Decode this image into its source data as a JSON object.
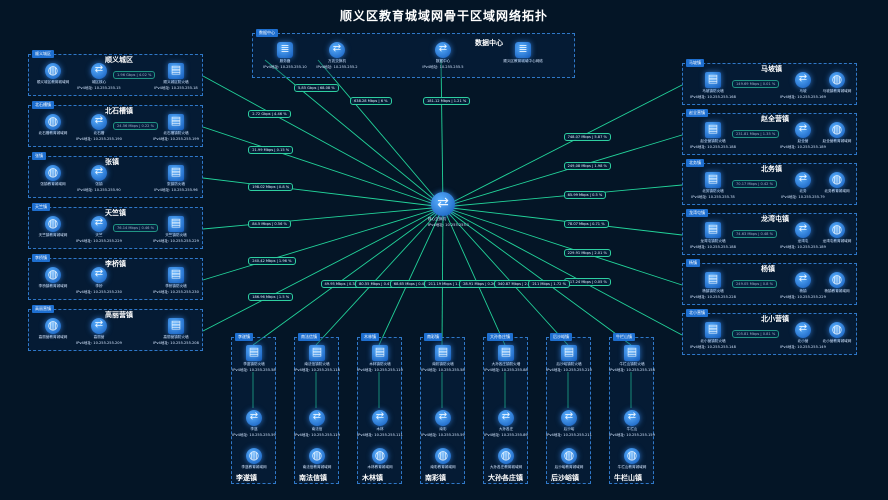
{
  "title": "顺义区教育城域网骨干区域网络拓扑",
  "core": {
    "label": "核心交换机",
    "ip": "IPv4地址: 10.255.255.1"
  },
  "datacenter": {
    "tag": "数据中心",
    "name": "数据中心",
    "devices": [
      {
        "label": "服务器",
        "ip": "IPv4地址: 10.255.255.10"
      },
      {
        "label": "万兆交换机",
        "ip": "IPv4地址: 10.255.255.2"
      },
      {
        "label": "数据中心",
        "ip": "IPv4地址: 10.255.255.5"
      },
      {
        "label": "顺义区教育城域中心网络",
        "ip": ""
      }
    ],
    "links": [
      "5.85 Gbps | 68.08 %",
      "638.28 Mbps | 6 %",
      "181.12 Mbps | 1.21 %"
    ]
  },
  "left_groups": [
    {
      "tag": "顺义城区",
      "name": "顺义城区",
      "inner_link": "1.96 Gbps | 4.02 %",
      "d1": "顺义城区教育城域网",
      "d2": "城区核心",
      "d2ip": "IPv4地址: 10.255.255.15",
      "d3": "顺义城区防火墙",
      "d3ip": "IPv4地址: 10.255.255.18",
      "link": "2.72 Gbps | 4.46 %"
    },
    {
      "tag": "北石槽镇",
      "name": "北石槽镇",
      "inner_link": "24.56 Mbps | 0.22 %",
      "d1": "北石槽教育城域网",
      "d2": "北石槽",
      "d2ip": "IPv4地址: 10.255.255.190",
      "d3": "北石槽镇防火墙",
      "d3ip": "IPv4地址: 10.255.255.199",
      "link": "21.99 Mbps | 0.15 %"
    },
    {
      "tag": "张镇",
      "name": "张镇",
      "inner_link": "",
      "d1": "张镇教育城域网",
      "d2": "张镇",
      "d2ip": "IPv4地址: 10.255.255.90",
      "d3": "张镇防火墙",
      "d3ip": "IPv4地址: 10.255.255.96",
      "link": "198.02 Mbps | 0.8 %"
    },
    {
      "tag": "天竺镇",
      "name": "天竺镇",
      "inner_link": "76.14 Mbps | 0.46 %",
      "d1": "天竺镇教育城域网",
      "d2": "天竺",
      "d2ip": "IPv4地址: 10.255.255.229",
      "d3": "天竺镇防火墙",
      "d3ip": "IPv4地址: 10.255.255.229",
      "link": "84.5 Mbps | 0.56 %"
    },
    {
      "tag": "李桥镇",
      "name": "李桥镇",
      "inner_link": "",
      "d1": "李桥镇教育城域网",
      "d2": "李桥",
      "d2ip": "IPv4地址: 10.255.255.230",
      "d3": "李桥镇防火墙",
      "d3ip": "IPv4地址: 10.255.255.230",
      "link": "240.42 Mbps | 1.96 %"
    },
    {
      "tag": "高丽营镇",
      "name": "高丽营镇",
      "inner_link": "",
      "d1": "高丽营教育城域网",
      "d2": "高丽营",
      "d2ip": "IPv4地址: 10.255.255.209",
      "d3": "高丽营镇防火墙",
      "d3ip": "IPv4地址: 10.255.255.208",
      "link": "186.96 Mbps | 1.5 %"
    }
  ],
  "right_groups": [
    {
      "tag": "马坡镇",
      "name": "马坡镇",
      "inner_link": "149.69 Mbps | 0.01 %",
      "d1": "马坡镇防火墙",
      "d1ip": "IPv4地址: 10.255.255.168",
      "d2": "马坡",
      "d2ip": "IPv4地址: 10.255.255.169",
      "d3": "马坡镇教育城域网",
      "link": "748.07 Mbps | 5.87 %"
    },
    {
      "tag": "赵全营镇",
      "name": "赵全营镇",
      "inner_link": "231.81 Mbps | 1.35 %",
      "d1": "赵全营镇防火墙",
      "d1ip": "IPv4地址: 10.255.255.188",
      "d2": "赵全营",
      "d2ip": "IPv4地址: 10.255.255.189",
      "d3": "赵全营教育城域网",
      "link": "249.08 Mbps | 1.98 %"
    },
    {
      "tag": "北务镇",
      "name": "北务镇",
      "inner_link": "70.17 Mbps | 0.42 %",
      "d1": "北务镇防火墙",
      "d1ip": "IPv4地址: 10.255.255.78",
      "d2": "北务",
      "d2ip": "IPv4地址: 10.255.255.79",
      "d3": "北务教育城域网",
      "link": "65.99 Mbps | 0.5 %"
    },
    {
      "tag": "龙湾屯镇",
      "name": "龙湾屯镇",
      "inner_link": "74.63 Mbps | 0.48 %",
      "d1": "龙湾屯镇防火墙",
      "d1ip": "IPv4地址: 10.255.255.188",
      "d2": "龙湾屯",
      "d2ip": "IPv4地址: 10.255.255.189",
      "d3": "龙湾屯教育城域网",
      "link": "78.07 Mbps | 0.71 %"
    },
    {
      "tag": "杨镇",
      "name": "杨镇",
      "inner_link": "249.05 Mbps | 0.8 %",
      "d1": "杨镇镇防火墙",
      "d1ip": "IPv4地址: 10.255.255.228",
      "d2": "杨镇",
      "d2ip": "IPv4地址: 10.255.255.229",
      "d3": "杨镇教育城域网",
      "link": "229.91 Mbps | 2.01 %"
    },
    {
      "tag": "北小营镇",
      "name": "北小营镇",
      "inner_link": "105.81 Mbps | 0.81 %",
      "d1": "北小营镇防火墙",
      "d1ip": "IPv4地址: 10.255.255.148",
      "d2": "北小营",
      "d2ip": "IPv4地址: 10.255.255.149",
      "d3": "北小营教育城域网",
      "link": "317.24 Mbps | 0.05 %"
    }
  ],
  "bottom_groups": [
    {
      "tag": "李遂镇",
      "name": "李遂镇",
      "d1": "李遂镇防火墙",
      "d1ip": "IPv4地址: 10.255.255.58",
      "d2": "李遂",
      "d2ip": "IPv4地址: 10.255.255.59",
      "d3": "李遂教育城域网",
      "link": "49.95 Mbps | 0.38 %"
    },
    {
      "tag": "南法信镇",
      "name": "南法信镇",
      "d1": "南法信镇防火墙",
      "d1ip": "IPv4地址: 10.255.255.118",
      "d2": "南法信",
      "d2ip": "IPv4地址: 10.255.255.119",
      "d3": "南法信教育城域网",
      "link": "80.55 Mbps | 0.47 %"
    },
    {
      "tag": "木林镇",
      "name": "木林镇",
      "d1": "木林镇防火墙",
      "d1ip": "IPv4地址: 10.255.255.110",
      "d2": "木林",
      "d2ip": "IPv4地址: 10.255.255.111",
      "d3": "木林教育城域网",
      "link": "68.65 Mbps | 0.45 %"
    },
    {
      "tag": "南彩镇",
      "name": "南彩镇",
      "d1": "南彩镇防火墙",
      "d1ip": "IPv4地址: 10.255.255.58",
      "d2": "南彩",
      "d2ip": "IPv4地址: 10.255.255.59",
      "d3": "南彩教育城域网",
      "link": "211.19 Mbps | 1.75 %"
    },
    {
      "tag": "大孙各庄镇",
      "name": "大孙各庄镇",
      "d1": "大孙各庄镇防火墙",
      "d1ip": "IPv4地址: 10.255.255.88",
      "d2": "大孙各庄",
      "d2ip": "IPv4地址: 10.255.255.89",
      "d3": "大孙各庄教育城域网",
      "link": "28.91 Mbps | 0.26 %"
    },
    {
      "tag": "后沙峪镇",
      "name": "后沙峪镇",
      "d1": "后沙峪镇防火墙",
      "d1ip": "IPv4地址: 10.255.255.210",
      "d2": "后沙峪",
      "d2ip": "IPv4地址: 10.255.255.211",
      "d3": "后沙峪教育城域网",
      "link": "340.87 Mbps | 2.95 %"
    },
    {
      "tag": "牛栏山镇",
      "name": "牛栏山镇",
      "d1": "牛栏山镇防火墙",
      "d1ip": "IPv4地址: 10.255.255.158",
      "d2": "牛栏山",
      "d2ip": "IPv4地址: 10.255.255.159",
      "d3": "牛栏山教育城域网",
      "link": "211 Mbps | 1.72 %"
    }
  ],
  "colors": {
    "background": "#041526",
    "group_border": "#2f78c8",
    "link": "#22d39a",
    "accent": "#1e6fd0"
  }
}
